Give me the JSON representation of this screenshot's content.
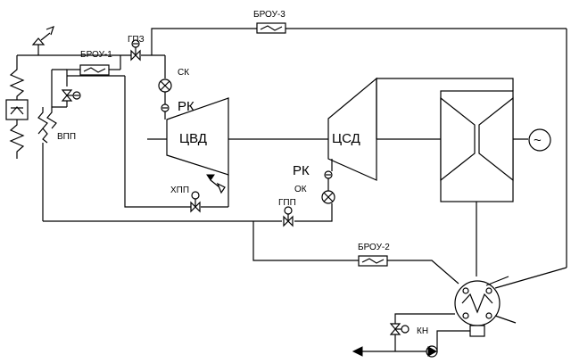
{
  "diagram": {
    "labels": {
      "brou1": "БРОУ-1",
      "brou2": "БРОУ-2",
      "brou3": "БРОУ-3",
      "gpz": "ГПЗ",
      "sk": "СК",
      "rk_hp": "РК",
      "cvd": "ЦВД",
      "csd": "ЦСД",
      "rk_ip": "РК",
      "ok": "ОК",
      "vpp": "ВПП",
      "hpp": "ХПП",
      "gpp": "ГПП",
      "kn": "КН",
      "generator": "~"
    },
    "equipment": {
      "boiler": "boiler",
      "reheater": "reheater",
      "hp_turbine": "ЦВД",
      "ip_turbine": "ЦСД",
      "lp_turbine": "lp-turbine",
      "generator": "generator",
      "condenser": "condenser",
      "condensate_pump": "КН"
    }
  }
}
